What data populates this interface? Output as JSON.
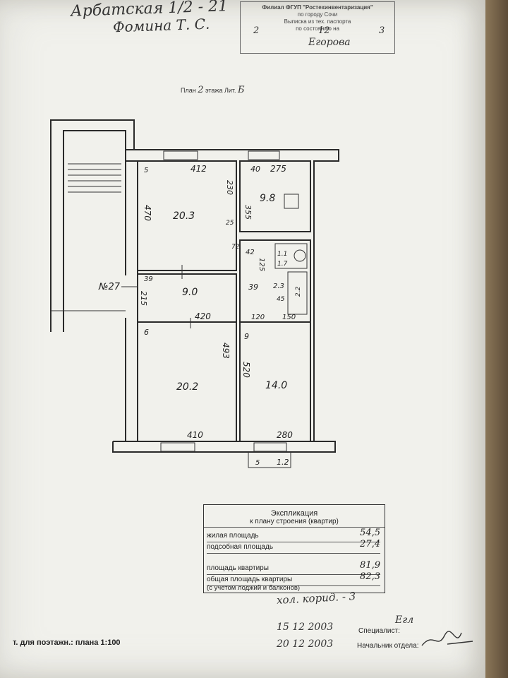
{
  "header": {
    "address_line": "Арбатская 1/2 - 21",
    "owner_line": "Фомина Т. С."
  },
  "stamp": {
    "line1": "Филиал ФГУП \"Ростехинвентаризация\"",
    "line2": "по городу Сочи",
    "line3": "Выписка из тех. паспорта",
    "line4": "по состоянию на",
    "num_a": "2",
    "num_b": "12",
    "num_c": "3",
    "sign": "Егорова"
  },
  "floor_label": {
    "prefix": "План",
    "num": "2",
    "mid": "этажа Лит.",
    "lit": "Б"
  },
  "plan": {
    "flat_no": "№27",
    "rooms": {
      "r1_area": "20.3",
      "r2_area": "9.8",
      "r3_area": "9.0",
      "r4_area": "20.2",
      "r5_area": "14.0",
      "r6_area": "1.7",
      "r7_area": "2.2",
      "r8_area": "1.1",
      "r9_area": "2.3"
    },
    "dims": {
      "d412": "412",
      "d470": "470",
      "d230": "230",
      "d275": "275",
      "d40": "40",
      "d355": "355",
      "d42": "42",
      "d125": "125",
      "d39a": "39",
      "d215": "215",
      "d420": "420",
      "d39b": "39",
      "d45": "45",
      "d120": "120",
      "d150": "150",
      "d493": "493",
      "d520": "520",
      "d410": "410",
      "d280": "280",
      "d12": "1.2",
      "d72": "72",
      "d25": "25",
      "n5a": "5",
      "n6": "6",
      "n9": "9",
      "n5b": "5"
    }
  },
  "explication": {
    "title1": "Экспликация",
    "title2": "к плану строения (квартир)",
    "rows": [
      {
        "label": "жилая площадь",
        "value": "54,5"
      },
      {
        "label": "подсобная площадь",
        "value": "27,4"
      },
      {
        "label": "площадь квартиры",
        "value": "81,9"
      },
      {
        "label": "общая площадь квартиры",
        "value": "82,3"
      }
    ],
    "note": "(с учетом лоджий и балконов)",
    "handwritten": "хол. корид. - 3"
  },
  "footer": {
    "scale": "т. для поэтажн.: плана 1:100",
    "date1": "15  12  2003",
    "specialist": "Специалист:",
    "date2": "20  12  2003",
    "chief": "Начальник отдела:",
    "sig1": "Егл"
  }
}
